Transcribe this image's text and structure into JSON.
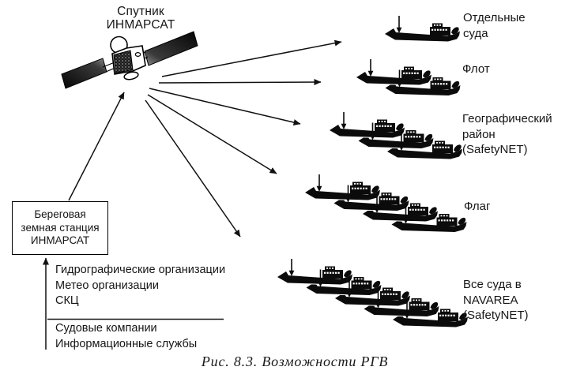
{
  "colors": {
    "ink": "#111111",
    "paper": "#ffffff"
  },
  "satellite": {
    "label_lines": [
      "Спутник",
      "ИНМАРСАТ"
    ]
  },
  "station_box": {
    "lines": [
      "Береговая",
      "земная станция",
      "ИНМАРСАТ"
    ]
  },
  "sources": {
    "above_line": [
      "Гидрографические организации",
      "Метео организации",
      "СКЦ"
    ],
    "below_line": [
      "Судовые компании",
      "Информационные службы"
    ]
  },
  "targets": [
    {
      "id": "individual-ships",
      "ship_count": 1,
      "label_lines": [
        "Отдельные",
        "суда"
      ]
    },
    {
      "id": "fleet",
      "ship_count": 2,
      "label_lines": [
        "Флот"
      ]
    },
    {
      "id": "geographic-area",
      "ship_count": 3,
      "label_lines": [
        "Географический",
        "район",
        "(SafetyNET)"
      ]
    },
    {
      "id": "flag",
      "ship_count": 4,
      "label_lines": [
        "Флаг"
      ]
    },
    {
      "id": "all-ships-in-navarea",
      "ship_count": 5,
      "label_lines": [
        "Все суда в",
        "NAVAREA",
        "(SafetyNET)"
      ]
    }
  ],
  "caption": "Рис. 8.3. Возможности РГВ"
}
